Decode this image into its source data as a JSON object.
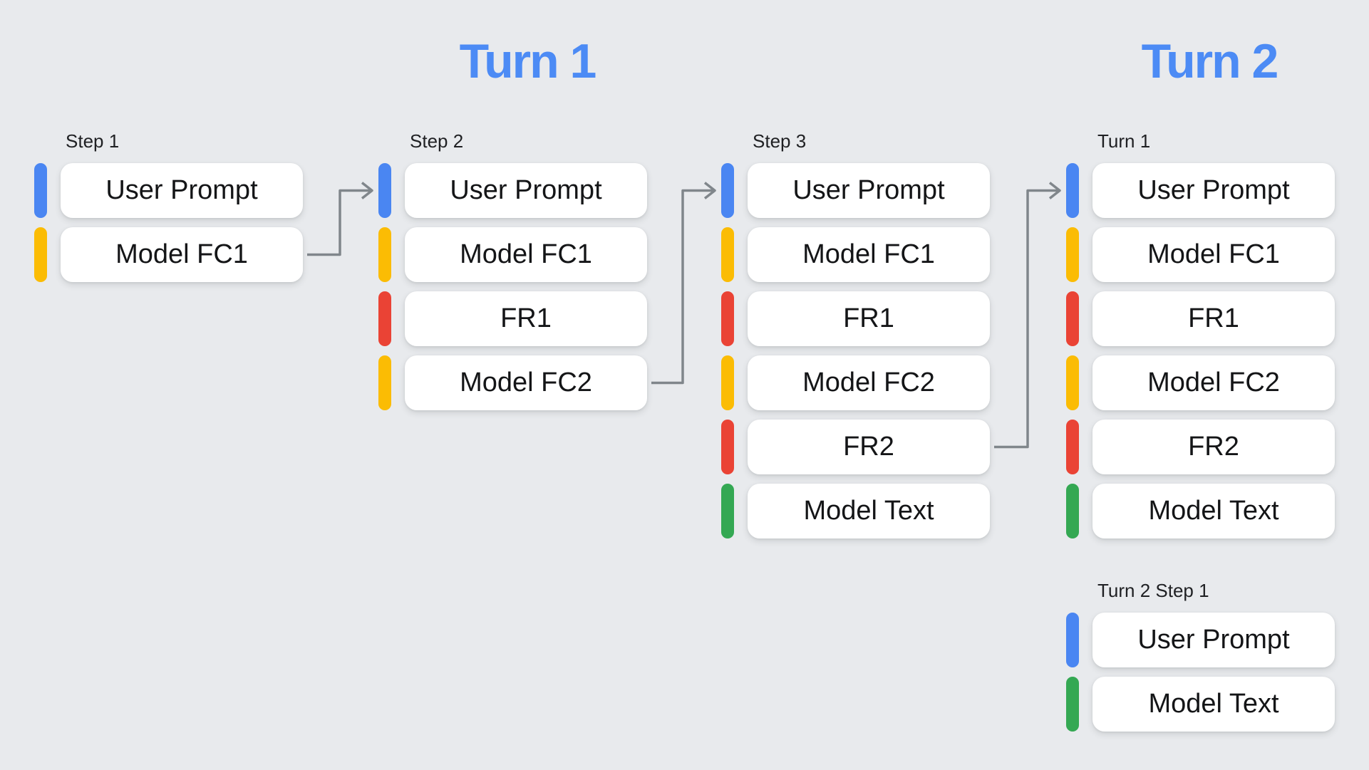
{
  "titles": [
    {
      "text": "Turn 1"
    },
    {
      "text": "Turn 2"
    }
  ],
  "legend_colors": {
    "background": "#E8EAED",
    "title_blue": "#4C8BF5",
    "user_prompt": "#4A86F2",
    "model_fc": "#FBBC04",
    "function_response": "#EA4335",
    "model_text": "#34A853",
    "arrow": "#80868B",
    "box_text": "#141517"
  },
  "columns": [
    {
      "label": "Step 1",
      "boxes": [
        {
          "label": "User Prompt",
          "role": "user_prompt"
        },
        {
          "label": "Model FC1",
          "role": "model_fc"
        }
      ]
    },
    {
      "label": "Step 2",
      "boxes": [
        {
          "label": "User Prompt",
          "role": "user_prompt"
        },
        {
          "label": "Model FC1",
          "role": "model_fc"
        },
        {
          "label": "FR1",
          "role": "function_response"
        },
        {
          "label": "Model FC2",
          "role": "model_fc"
        }
      ]
    },
    {
      "label": "Step 3",
      "boxes": [
        {
          "label": "User Prompt",
          "role": "user_prompt"
        },
        {
          "label": "Model FC1",
          "role": "model_fc"
        },
        {
          "label": "FR1",
          "role": "function_response"
        },
        {
          "label": "Model FC2",
          "role": "model_fc"
        },
        {
          "label": "FR2",
          "role": "function_response"
        },
        {
          "label": "Model Text",
          "role": "model_text"
        }
      ]
    },
    {
      "label": "Turn 1",
      "boxes": [
        {
          "label": "User Prompt",
          "role": "user_prompt"
        },
        {
          "label": "Model FC1",
          "role": "model_fc"
        },
        {
          "label": "FR1",
          "role": "function_response"
        },
        {
          "label": "Model FC2",
          "role": "model_fc"
        },
        {
          "label": "FR2",
          "role": "function_response"
        },
        {
          "label": "Model Text",
          "role": "model_text"
        }
      ]
    },
    {
      "label": "Turn 2 Step 1",
      "boxes": [
        {
          "label": "User Prompt",
          "role": "user_prompt"
        },
        {
          "label": "Model Text",
          "role": "model_text"
        }
      ]
    }
  ],
  "arrows": [
    {
      "name": "step1-to-step2",
      "from_column": 0,
      "from_row": 1,
      "to_column": 1,
      "to_row": 0
    },
    {
      "name": "step2-to-step3",
      "from_column": 1,
      "from_row": 3,
      "to_column": 2,
      "to_row": 0
    },
    {
      "name": "step3-to-turn1",
      "from_column": 2,
      "from_row": 4,
      "to_column": 3,
      "to_row": 0
    }
  ]
}
